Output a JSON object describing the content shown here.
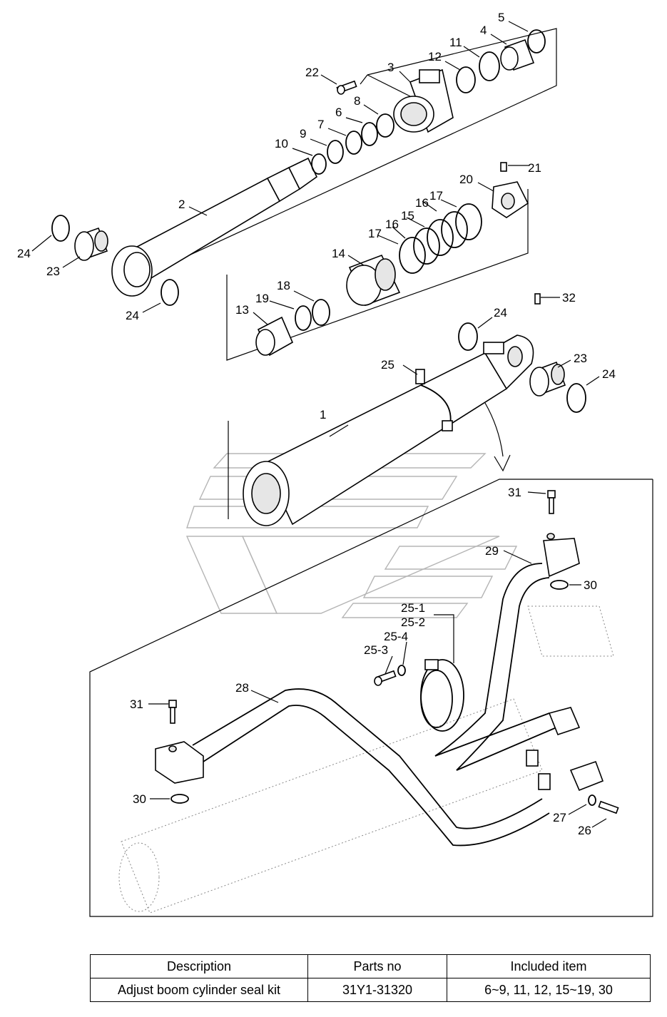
{
  "labels": {
    "p1": "1",
    "p2": "2",
    "p3": "3",
    "p4": "4",
    "p5": "5",
    "p6": "6",
    "p7": "7",
    "p8": "8",
    "p9": "9",
    "p10": "10",
    "p11": "11",
    "p12": "12",
    "p13": "13",
    "p14": "14",
    "p15": "15",
    "p16a": "16",
    "p16b": "16",
    "p17a": "17",
    "p17b": "17",
    "p18": "18",
    "p19": "19",
    "p20": "20",
    "p21": "21",
    "p22": "22",
    "p23a": "23",
    "p23b": "23",
    "p24a": "24",
    "p24b": "24",
    "p24c": "24",
    "p24d": "24",
    "p25": "25",
    "p25_1": "25-1",
    "p25_2": "25-2",
    "p25_3": "25-3",
    "p25_4": "25-4",
    "p26": "26",
    "p27": "27",
    "p28": "28",
    "p29": "29",
    "p30a": "30",
    "p30b": "30",
    "p31a": "31",
    "p31b": "31",
    "p32": "32"
  },
  "kit_table": {
    "headers": [
      "Description",
      "Parts no",
      "Included item"
    ],
    "rows": [
      [
        "Adjust boom cylinder seal kit",
        "31Y1-31320",
        "6~9, 11, 12, 15~19, 30"
      ]
    ]
  },
  "colors": {
    "line": "#000000",
    "watermark": "#b5b5b5",
    "background": "#ffffff"
  }
}
